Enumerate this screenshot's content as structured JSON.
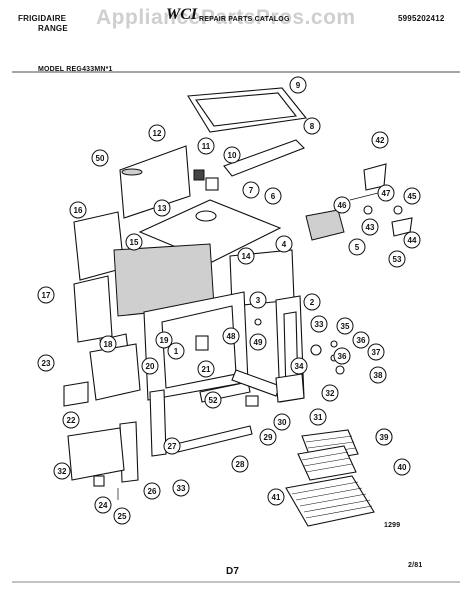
{
  "header": {
    "brand": "FRIGIDAIRE",
    "product": "RANGE",
    "watermark": "AppliancePartsPros.com",
    "logo": "WCI",
    "catalog": "REPAIR PARTS CATALOG",
    "catalog_number": "5995202412",
    "model": "MODEL REG433MN*1"
  },
  "footer": {
    "code": "1299",
    "page": "D7",
    "date": "2/81"
  },
  "callouts": [
    "1",
    "2",
    "3",
    "4",
    "5",
    "6",
    "7",
    "8",
    "9",
    "10",
    "11",
    "12",
    "13",
    "14",
    "15",
    "16",
    "17",
    "18",
    "19",
    "20",
    "21",
    "22",
    "23",
    "24",
    "25",
    "26",
    "27",
    "28",
    "29",
    "30",
    "31",
    "32",
    "33",
    "34",
    "35",
    "36",
    "37",
    "38",
    "39",
    "40",
    "41",
    "42",
    "43",
    "44",
    "45",
    "46",
    "47",
    "48",
    "49",
    "50",
    "52",
    "53",
    "32",
    "33",
    "36",
    "39"
  ]
}
